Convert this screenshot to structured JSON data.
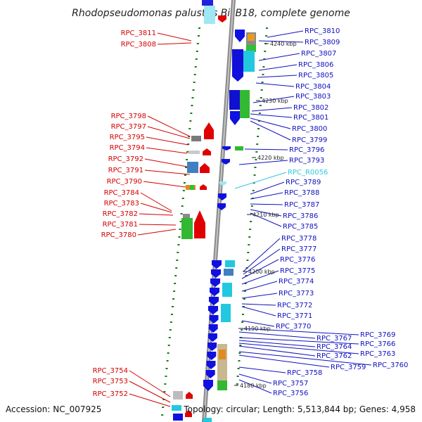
{
  "header": {
    "title": "Rhodopseudomonas palustris BisB18, complete genome"
  },
  "footer": {
    "accession": "Accession: NC_007925",
    "summary": "Topology: circular; Length: 5,513,844 bp; Genes: 4,958"
  },
  "colors": {
    "reverse_strand_label": "#d40000",
    "forward_strand_label": "#1010c0",
    "rna_label": "#30c8e0",
    "backbone": "#8a8a8a",
    "tick": "#1a7a1a"
  },
  "kbp_marks": [
    "4240 kbp",
    "4230 kbp",
    "4220 kbp",
    "4210 kbp",
    "4200 kbp",
    "4190 kbp",
    "4180 kbp"
  ],
  "reverse_strand_labels": [
    "RPC_3811",
    "RPC_3808",
    "RPC_3798",
    "RPC_3797",
    "RPC_3795",
    "RPC_3794",
    "RPC_3792",
    "RPC_3791",
    "RPC_3790",
    "RPC_3784",
    "RPC_3783",
    "RPC_3782",
    "RPC_3781",
    "RPC_3780",
    "RPC_3754",
    "RPC_3753",
    "RPC_3752"
  ],
  "forward_strand_labels": [
    "RPC_3810",
    "RPC_3809",
    "RPC_3807",
    "RPC_3806",
    "RPC_3805",
    "RPC_3804",
    "RPC_3803",
    "RPC_3802",
    "RPC_3801",
    "RPC_3800",
    "RPC_3799",
    "RPC_3796",
    "RPC_3793",
    "RPC_R0056",
    "RPC_3789",
    "RPC_3788",
    "RPC_3787",
    "RPC_3786",
    "RPC_3785",
    "RPC_3778",
    "RPC_3777",
    "RPC_3776",
    "RPC_3775",
    "RPC_3774",
    "RPC_3773",
    "RPC_3772",
    "RPC_3771",
    "RPC_3770",
    "RPC_3769",
    "RPC_3767",
    "RPC_3766",
    "RPC_3764",
    "RPC_3763",
    "RPC_3762",
    "RPC_3760",
    "RPC_3759",
    "RPC_3758",
    "RPC_3757",
    "RPC_3756"
  ],
  "rna_labels": [
    "RPC_R0056"
  ]
}
